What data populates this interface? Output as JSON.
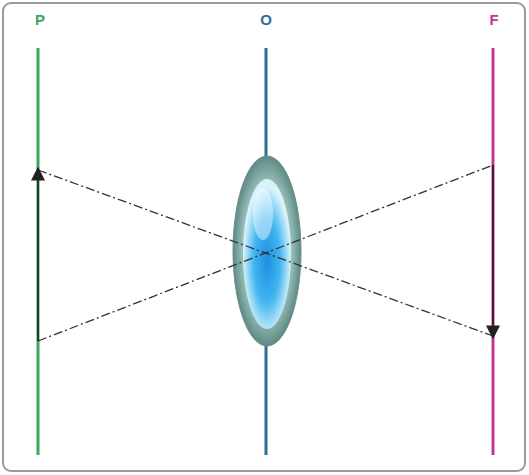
{
  "diagram": {
    "labels": [
      "P",
      "O",
      "F"
    ]
  }
}
